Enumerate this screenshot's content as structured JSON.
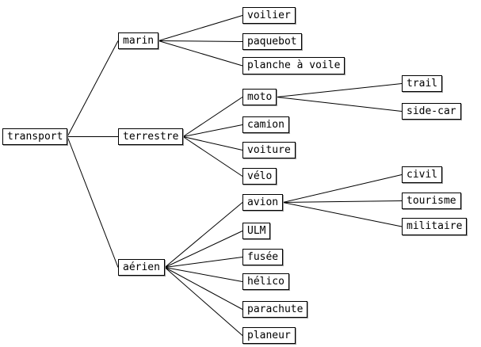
{
  "root": {
    "id": "transport",
    "label": "transport"
  },
  "nodes": [
    {
      "id": "marin",
      "label": "marin",
      "parent": "transport"
    },
    {
      "id": "terrestre",
      "label": "terrestre",
      "parent": "transport"
    },
    {
      "id": "aerien",
      "label": "aérien",
      "parent": "transport"
    },
    {
      "id": "voilier",
      "label": "voilier",
      "parent": "marin"
    },
    {
      "id": "paquebot",
      "label": "paquebot",
      "parent": "marin"
    },
    {
      "id": "planche",
      "label": "planche à voile",
      "parent": "marin"
    },
    {
      "id": "moto",
      "label": "moto",
      "parent": "terrestre"
    },
    {
      "id": "camion",
      "label": "camion",
      "parent": "terrestre"
    },
    {
      "id": "voiture",
      "label": "voiture",
      "parent": "terrestre"
    },
    {
      "id": "velo",
      "label": "vélo",
      "parent": "terrestre"
    },
    {
      "id": "trail",
      "label": "trail",
      "parent": "moto"
    },
    {
      "id": "sidecar",
      "label": "side-car",
      "parent": "moto"
    },
    {
      "id": "avion",
      "label": "avion",
      "parent": "aerien"
    },
    {
      "id": "ulm",
      "label": "ULM",
      "parent": "aerien"
    },
    {
      "id": "fusee",
      "label": "fusée",
      "parent": "aerien"
    },
    {
      "id": "helico",
      "label": "hélico",
      "parent": "aerien"
    },
    {
      "id": "parachute",
      "label": "parachute",
      "parent": "aerien"
    },
    {
      "id": "planeur",
      "label": "planeur",
      "parent": "aerien"
    },
    {
      "id": "civil",
      "label": "civil",
      "parent": "avion"
    },
    {
      "id": "tourisme",
      "label": "tourisme",
      "parent": "avion"
    },
    {
      "id": "militaire",
      "label": "militaire",
      "parent": "avion"
    }
  ]
}
